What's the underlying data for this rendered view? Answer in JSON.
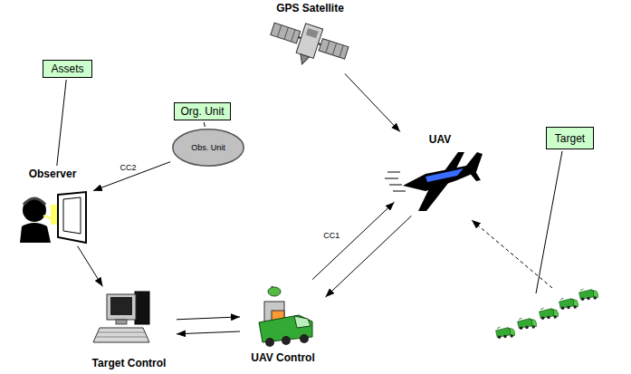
{
  "diagram": {
    "nodes": [
      {
        "text": [
          "GPS Satellite"
        ]
      },
      {
        "text": [
          "Assets"
        ]
      },
      {
        "text": [
          "Org. Unit"
        ]
      },
      {
        "text": [
          "Obs. Unit"
        ]
      },
      {
        "text": [
          "UAV"
        ]
      },
      {
        "text": [
          "Target"
        ]
      },
      {
        "text": [
          "Observer"
        ]
      },
      {
        "text": [
          "Target Control"
        ]
      },
      {
        "text": [
          "UAV Control"
        ]
      }
    ],
    "edges": [
      {
        "from": 1,
        "to": 6,
        "arrow": "none"
      },
      {
        "from": 2,
        "to": 3,
        "arrow": "none"
      },
      {
        "from": 0,
        "to": 4,
        "arrow": "to"
      },
      {
        "from": 3,
        "to": 6,
        "label": "CC2",
        "arrow": "to"
      },
      {
        "from": 6,
        "to": 7,
        "arrow": "to"
      },
      {
        "from": 8,
        "to": 4,
        "label": "CC1",
        "arrow": "to"
      },
      {
        "from": 4,
        "to": 8,
        "arrow": "to"
      },
      {
        "from": 7,
        "to": 8,
        "arrow": "to"
      },
      {
        "from": 8,
        "to": 7,
        "arrow": "to"
      }
    ]
  }
}
